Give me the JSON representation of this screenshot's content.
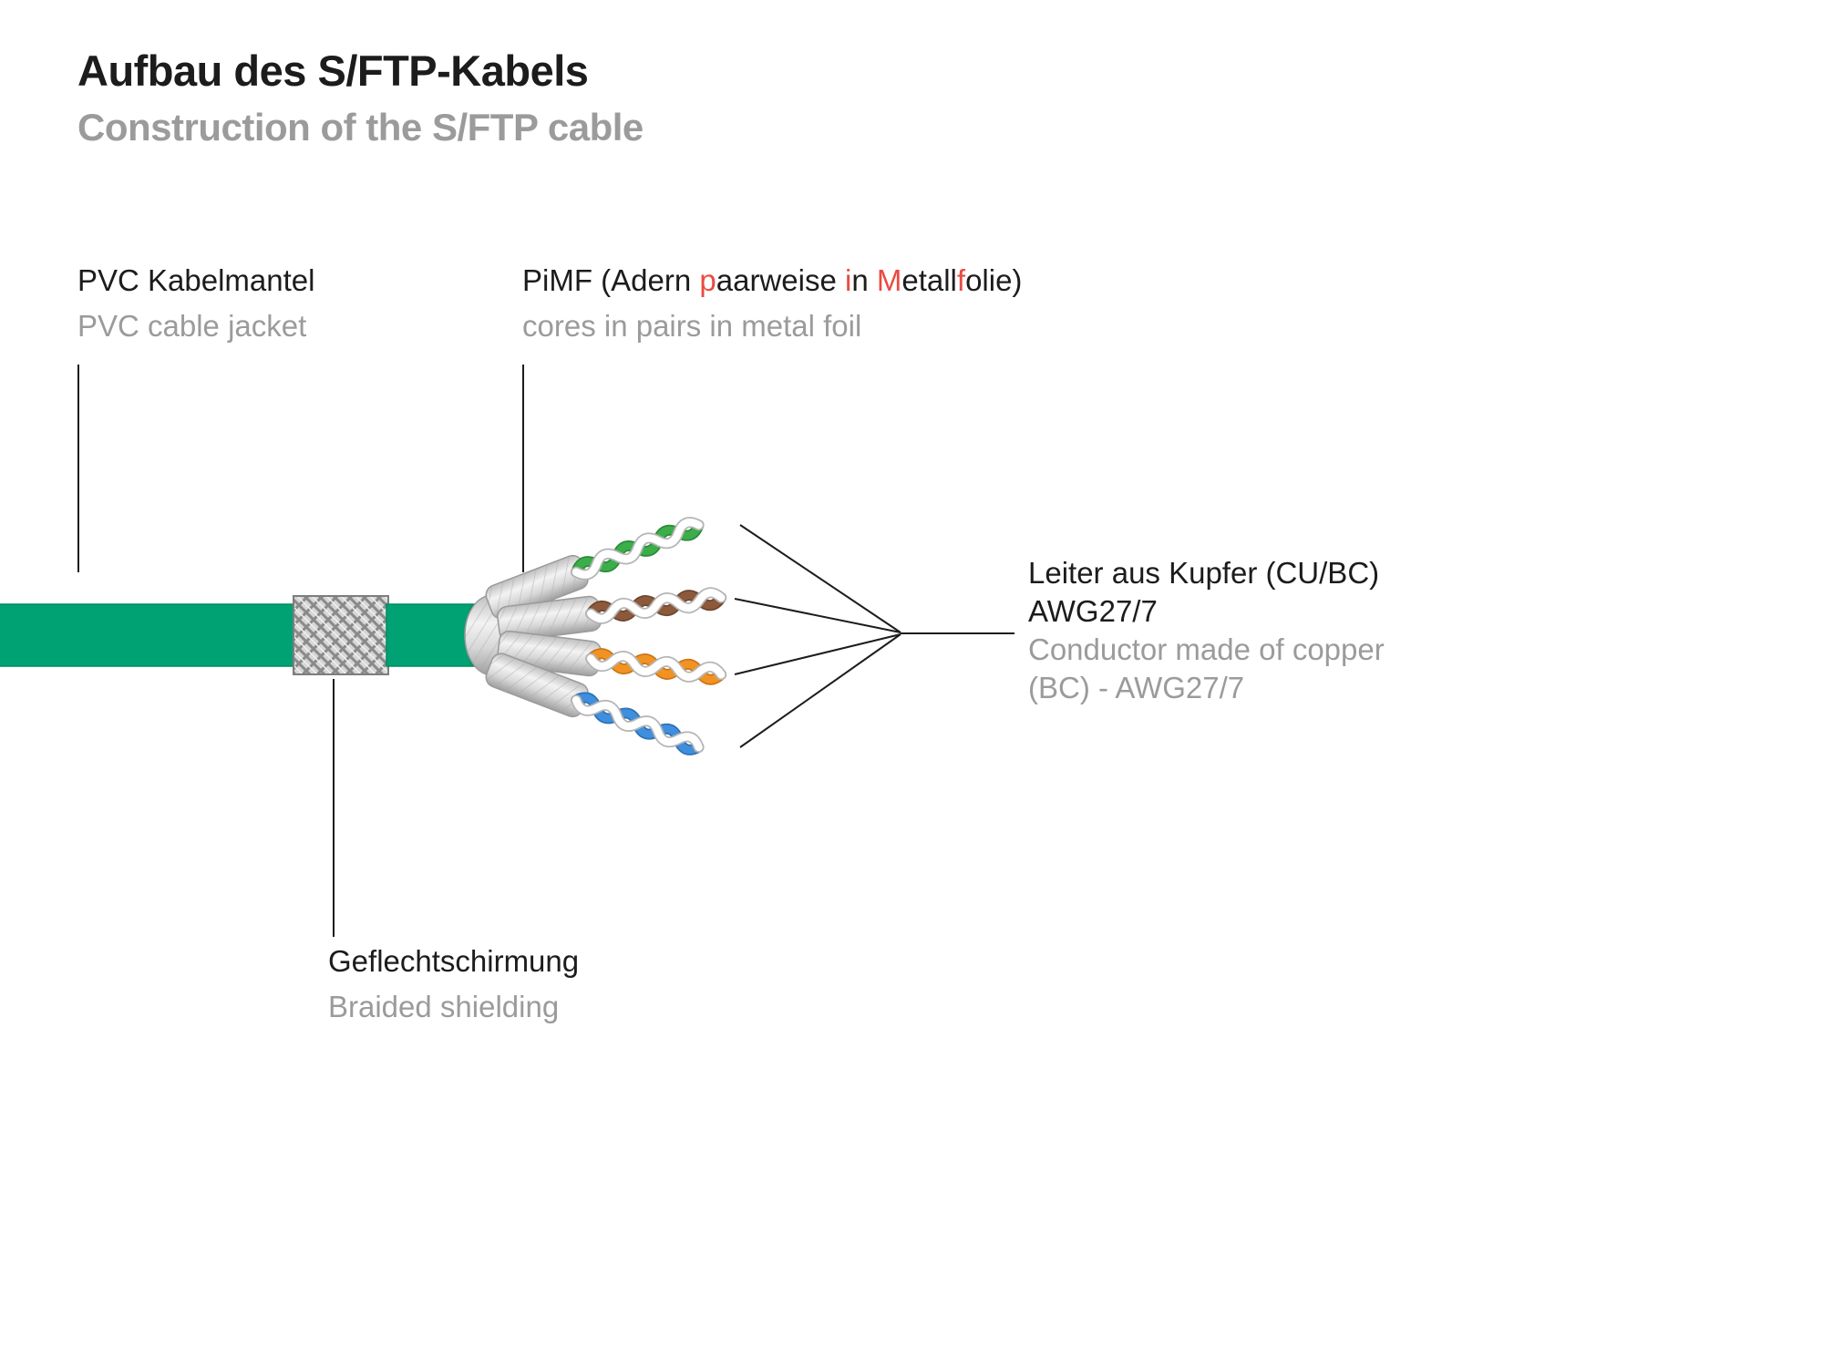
{
  "header": {
    "title": "Aufbau des S/FTP-Kabels",
    "subtitle": "Construction of the S/FTP cable"
  },
  "labels": {
    "pvc": {
      "de": "PVC Kabelmantel",
      "en": "PVC cable jacket"
    },
    "pimf": {
      "seg1": "PiMF (Adern ",
      "red1": "p",
      "seg2": "aarweise ",
      "red2": "i",
      "seg3": "n ",
      "red3": "M",
      "seg4": "etall",
      "red4": "f",
      "seg5": "olie)",
      "en": "cores in pairs in metal foil"
    },
    "conductor": {
      "de1": "Leiter aus Kupfer (CU/BC)",
      "de2": "AWG27/7",
      "en1": "Conductor made of copper",
      "en2": "(BC) - AWG27/7"
    },
    "braid": {
      "de": "Geflechtschirmung",
      "en": "Braided shielding"
    }
  },
  "colors": {
    "jacket_green": "#00A173",
    "jacket_green_dark": "#00885F",
    "accent_red": "#EA4B42",
    "text_black": "#1C1C1C",
    "text_gray": "#9B9B9B",
    "braid_silver": "#D6D6D6",
    "foil_silver": "#CFCFCF",
    "pair_green": "#3BAE4A",
    "pair_brown": "#8C5A3B",
    "pair_orange": "#F29222",
    "pair_blue": "#3F8FDE",
    "wire_white": "#FFFFFF"
  }
}
